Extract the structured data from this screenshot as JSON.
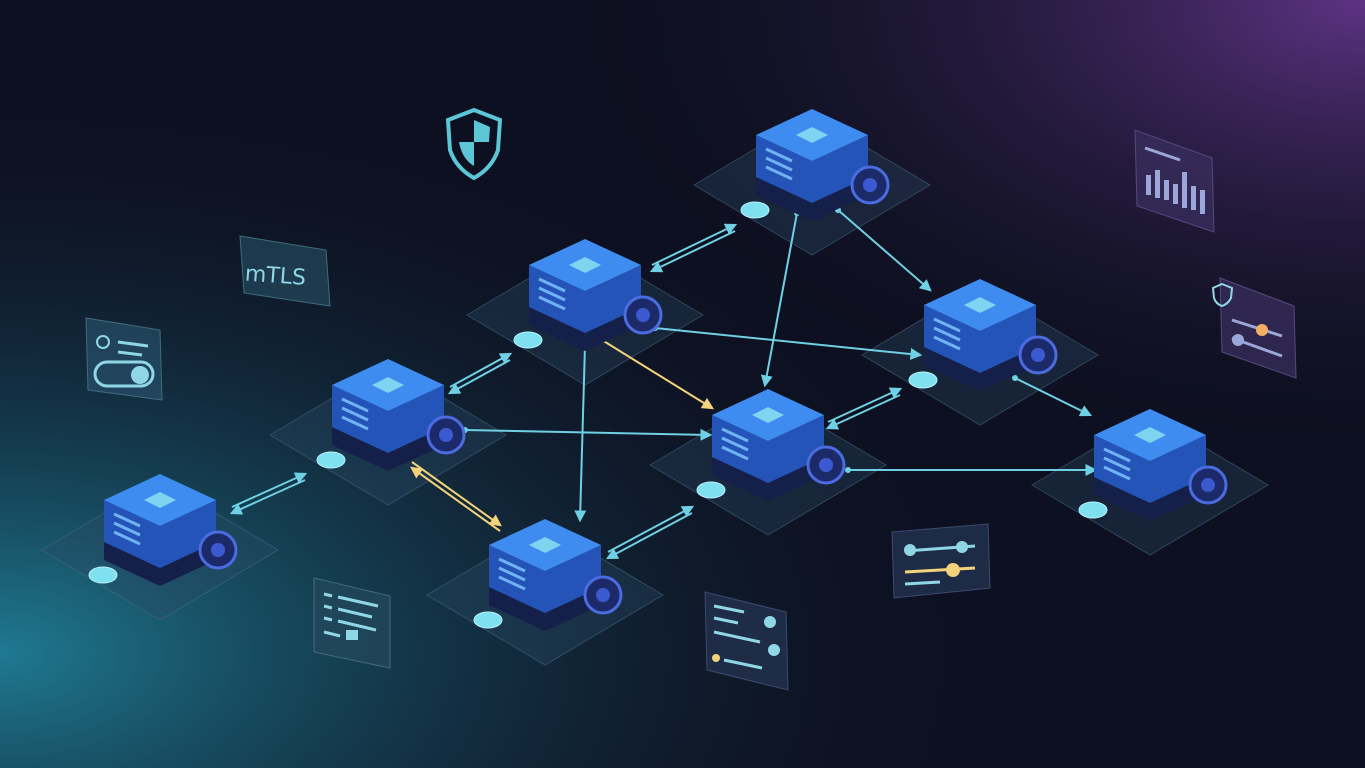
{
  "labels": {
    "mtls": "mTLS"
  },
  "colors": {
    "background_left": "#1f6f86",
    "background_center": "#0d1020",
    "background_right": "#5a2f7e",
    "cube_top": "#3f8cf0",
    "cube_side": "#2454b8",
    "cube_base": "#14204a",
    "link": "#6fd0e4",
    "secure_link": "#f2d27a",
    "sidecar": "#1d2a6a"
  },
  "icons": [
    "shield-icon",
    "mtls-card",
    "policy-toggle-card",
    "bar-chart-card",
    "security-slider-card",
    "config-list-card",
    "sliders-card",
    "settings-list-card"
  ]
}
